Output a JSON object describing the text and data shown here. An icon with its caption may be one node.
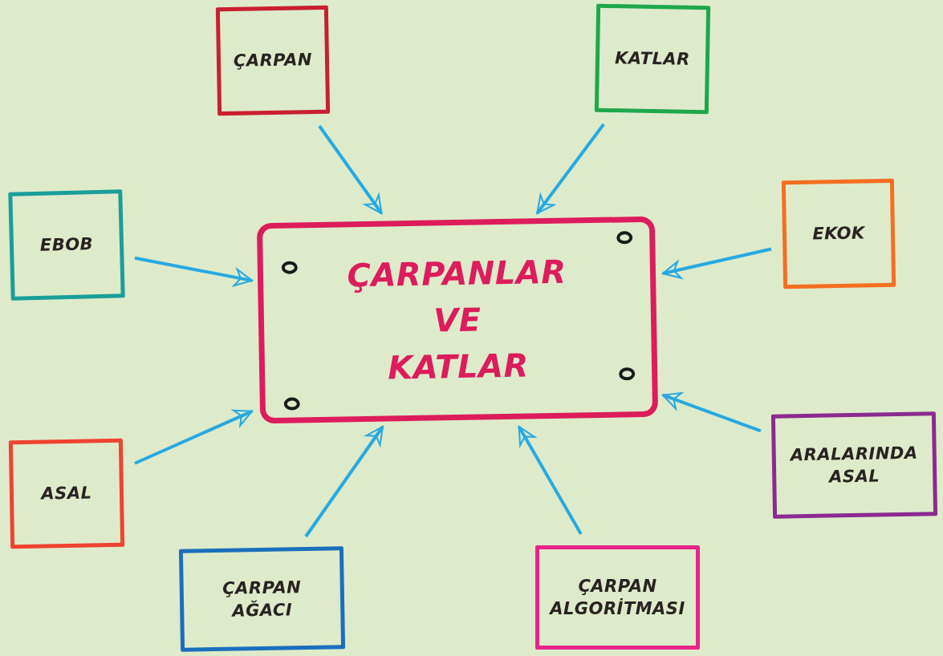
{
  "diagram": {
    "nodes": [
      {
        "text": [
          "ÇARPAN"
        ]
      },
      {
        "text": [
          "KATLAR"
        ]
      },
      {
        "text": [
          "EKOK"
        ]
      },
      {
        "text": [
          "EBOB"
        ]
      },
      {
        "text": [
          "ÇARPANLAR VE KATLAR"
        ]
      },
      {
        "text": [
          "ARALARINDA ASAL"
        ]
      },
      {
        "text": [
          "ASAL"
        ]
      },
      {
        "text": [
          "ÇARPAN AĞACI"
        ]
      },
      {
        "text": [
          "ÇARPAN ALGORİTMASI"
        ]
      }
    ],
    "edges": [
      {
        "from": 0,
        "to": 4,
        "arrow": "to"
      },
      {
        "from": 1,
        "to": 4,
        "arrow": "to"
      },
      {
        "from": 2,
        "to": 4,
        "arrow": "to"
      },
      {
        "from": 3,
        "to": 4,
        "arrow": "to"
      },
      {
        "from": 5,
        "to": 4,
        "arrow": "to"
      },
      {
        "from": 6,
        "to": 4,
        "arrow": "to"
      },
      {
        "from": 7,
        "to": 4,
        "arrow": "to"
      },
      {
        "from": 8,
        "to": 4,
        "arrow": "to"
      }
    ]
  }
}
